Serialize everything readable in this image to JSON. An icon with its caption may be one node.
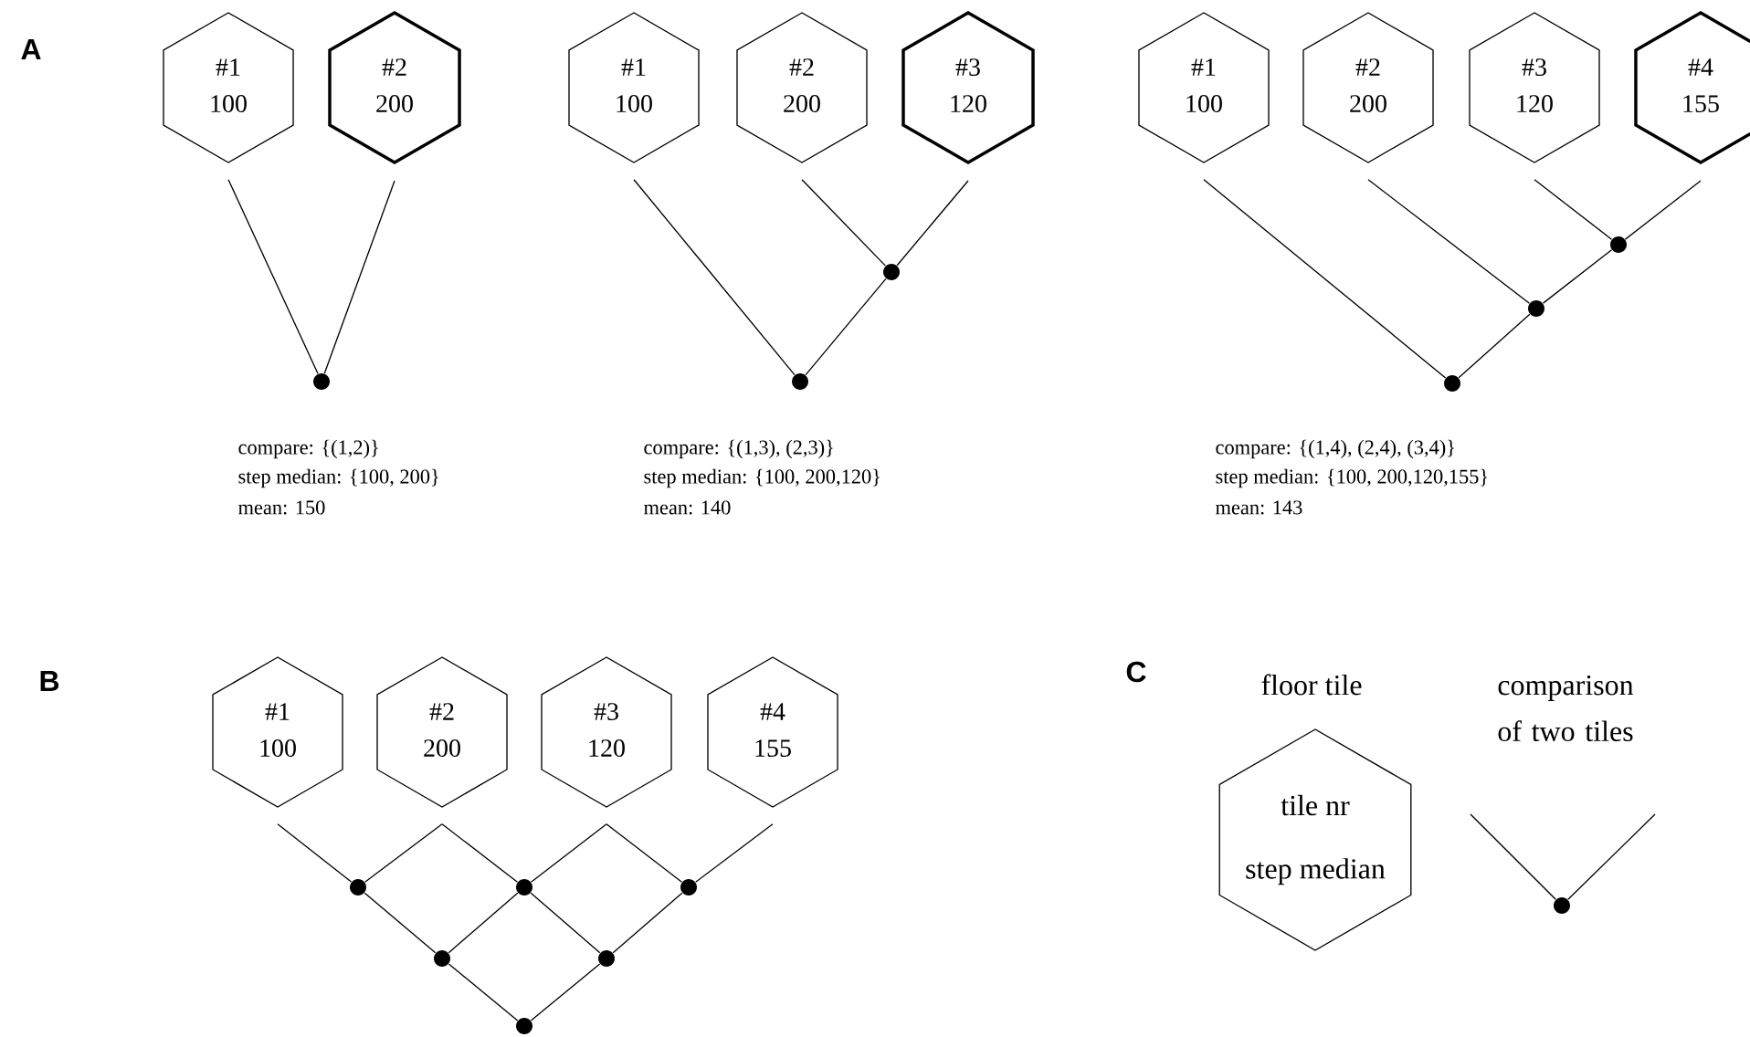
{
  "diagram": {
    "nodes": [
      {
        "text": [
          "#1",
          "100"
        ]
      },
      {
        "text": [
          "#2",
          "200"
        ]
      },
      {
        "text": [],
        "shape": "circle"
      },
      {
        "text": [
          "#1",
          "100"
        ]
      },
      {
        "text": [
          "#2",
          "200"
        ]
      },
      {
        "text": [
          "#3",
          "120"
        ]
      },
      {
        "text": [],
        "shape": "circle"
      },
      {
        "text": [],
        "shape": "circle"
      },
      {
        "text": [
          "#1",
          "100"
        ]
      },
      {
        "text": [
          "#2",
          "200"
        ]
      },
      {
        "text": [
          "#3",
          "120"
        ]
      },
      {
        "text": [
          "#4",
          "155"
        ]
      },
      {
        "text": [],
        "shape": "circle"
      },
      {
        "text": [],
        "shape": "circle"
      },
      {
        "text": [],
        "shape": "circle"
      },
      {
        "text": [
          "#1",
          "100"
        ]
      },
      {
        "text": [
          "#2",
          "200"
        ]
      },
      {
        "text": [
          "#3",
          "120"
        ]
      },
      {
        "text": [
          "#4",
          "155"
        ]
      },
      {
        "text": [],
        "shape": "circle"
      },
      {
        "text": [],
        "shape": "circle"
      },
      {
        "text": [],
        "shape": "circle"
      },
      {
        "text": [],
        "shape": "circle"
      },
      {
        "text": [],
        "shape": "circle"
      },
      {
        "text": [],
        "shape": "circle"
      },
      {
        "text": [
          "floor tile",
          "tile nr",
          "step median"
        ]
      },
      {
        "text": [],
        "shape": "circle"
      }
    ],
    "edges": [
      {
        "from": 0,
        "to": 2,
        "arrow": "none"
      },
      {
        "from": 1,
        "to": 2,
        "arrow": "none"
      },
      {
        "from": 3,
        "to": 7,
        "arrow": "none"
      },
      {
        "from": 4,
        "to": 6,
        "arrow": "none"
      },
      {
        "from": 5,
        "to": 6,
        "arrow": "none"
      },
      {
        "from": 6,
        "to": 7,
        "arrow": "none"
      },
      {
        "from": 8,
        "to": 14,
        "arrow": "none"
      },
      {
        "from": 9,
        "to": 13,
        "arrow": "none"
      },
      {
        "from": 10,
        "to": 12,
        "arrow": "none"
      },
      {
        "from": 11,
        "to": 12,
        "arrow": "none"
      },
      {
        "from": 12,
        "to": 13,
        "arrow": "none"
      },
      {
        "from": 13,
        "to": 14,
        "arrow": "none"
      },
      {
        "from": 15,
        "to": 19,
        "arrow": "none"
      },
      {
        "from": 16,
        "to": 19,
        "arrow": "none"
      },
      {
        "from": 16,
        "to": 20,
        "arrow": "none"
      },
      {
        "from": 17,
        "to": 20,
        "arrow": "none"
      },
      {
        "from": 17,
        "to": 21,
        "arrow": "none"
      },
      {
        "from": 18,
        "to": 21,
        "arrow": "none"
      },
      {
        "from": 19,
        "to": 22,
        "arrow": "none"
      },
      {
        "from": 20,
        "to": 22,
        "arrow": "none"
      },
      {
        "from": 20,
        "to": 23,
        "arrow": "none"
      },
      {
        "from": 21,
        "to": 23,
        "arrow": "none"
      },
      {
        "from": 22,
        "to": 24,
        "arrow": "none"
      },
      {
        "from": 23,
        "to": 24,
        "arrow": "none"
      },
      {
        "from": null,
        "to": 26,
        "arrow": "none"
      },
      {
        "from": null,
        "to": 26,
        "arrow": "none"
      }
    ],
    "labels": [
      "A",
      "compare: {(1,2)}",
      "step median: {100, 200}",
      "mean: 150",
      "compare: {(1,3), (2,3)}",
      "step median: {100, 200,120}",
      "mean: 140",
      "compare: {(1,4), (2,4), (3,4)}",
      "step median: {100, 200,120,155}",
      "mean: 143",
      "B",
      "C",
      "comparison of two tiles"
    ]
  }
}
